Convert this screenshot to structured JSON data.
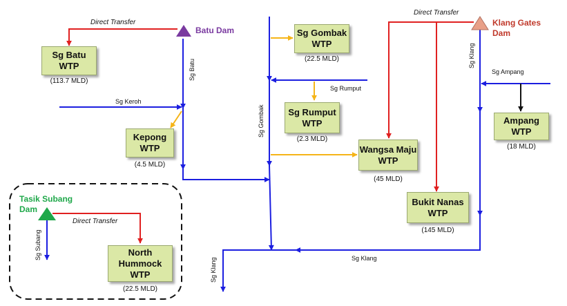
{
  "colors": {
    "river": "#1b1ee0",
    "transfer": "#e02020",
    "supply": "#f5b417",
    "feed": "#111111",
    "box_fill": "#dbe8a6",
    "batu_dam": "#7a3aa0",
    "klang_gates_dam": "#e8a088",
    "tasik_subang_dam": "#1fa84a",
    "klang_gates_label": "#c0392b",
    "tasik_subang_label": "#1fa84a",
    "batu_dam_label": "#7a3aa0"
  },
  "dams": {
    "batu": "Batu Dam",
    "klang_gates": "Klang Gates Dam",
    "tasik_subang": "Tasik Subang Dam"
  },
  "plants": {
    "sg_batu": {
      "name": "Sg Batu WTP",
      "capacity": "(113.7 MLD)"
    },
    "kepong": {
      "name": "Kepong WTP",
      "capacity": "(4.5 MLD)"
    },
    "sg_gombak": {
      "name": "Sg Gombak WTP",
      "capacity": "(22.5 MLD)"
    },
    "sg_rumput": {
      "name": "Sg Rumput WTP",
      "capacity": "(2.3 MLD)"
    },
    "wangsa_maju": {
      "name": "Wangsa Maju WTP",
      "capacity": "(45 MLD)"
    },
    "bukit_nanas": {
      "name": "Bukit Nanas WTP",
      "capacity": "(145 MLD)"
    },
    "ampang": {
      "name": "Ampang WTP",
      "capacity": "(18 MLD)"
    },
    "north_hummock": {
      "name": "North Hummock WTP",
      "capacity": "(22.5 MLD)"
    }
  },
  "rivers": {
    "sg_batu": "Sg Batu",
    "sg_keroh": "Sg Keroh",
    "sg_gombak": "Sg Gombak",
    "sg_rumput": "Sg Rumput",
    "sg_klang_upper": "Sg Klang",
    "sg_ampang": "Sg Ampang",
    "sg_klang_lower": "Sg Klang",
    "sg_klang_outlet": "Sg Klang",
    "sg_subang": "Sg Subang"
  },
  "transfers": {
    "batu": "Direct Transfer",
    "klang_gates": "Direct Transfer",
    "tasik_subang": "Direct Transfer"
  }
}
